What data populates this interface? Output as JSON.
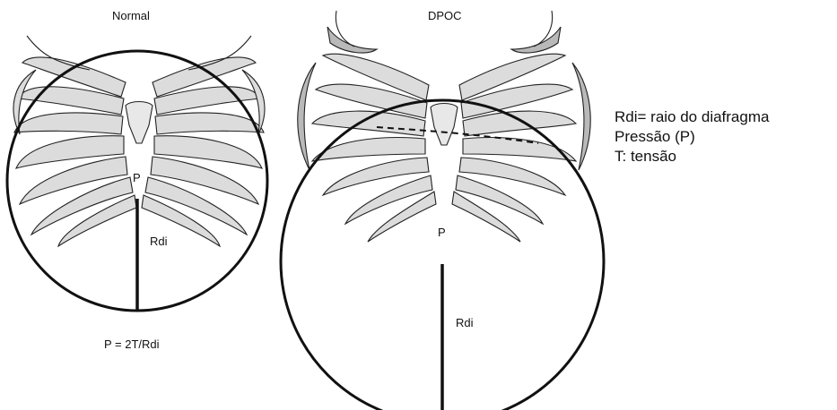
{
  "panels": {
    "normal": {
      "title": "Normal",
      "pressure_label": "P",
      "radius_label": "Rdi",
      "formula": "P = 2T/Rdi"
    },
    "copd": {
      "title": "DPOC",
      "pressure_label": "P",
      "radius_label": "Rdi"
    }
  },
  "legend": {
    "line1": "Rdi= raio do diafragma",
    "line2": "Pressão (P)",
    "line3": "T: tensão"
  },
  "colors": {
    "stroke": "#111111",
    "rib_fill": "#dcdcdc",
    "rib_dark": "#b9b9b9"
  }
}
